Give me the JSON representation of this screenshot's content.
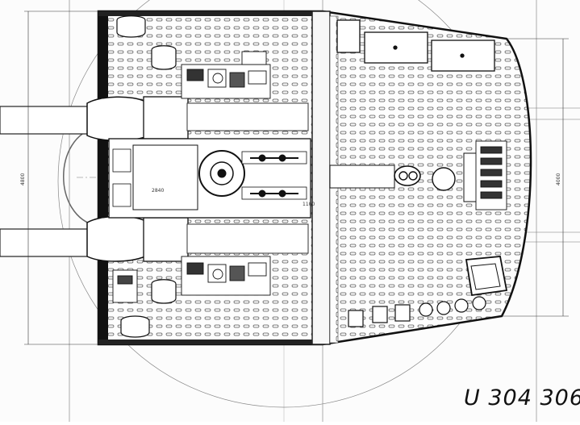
{
  "drawing": {
    "caption": "U 304 306",
    "dimension_labels": {
      "left_height": "4800",
      "right_height": "4000",
      "inner_width": "2840",
      "center_offset": "1100"
    }
  }
}
